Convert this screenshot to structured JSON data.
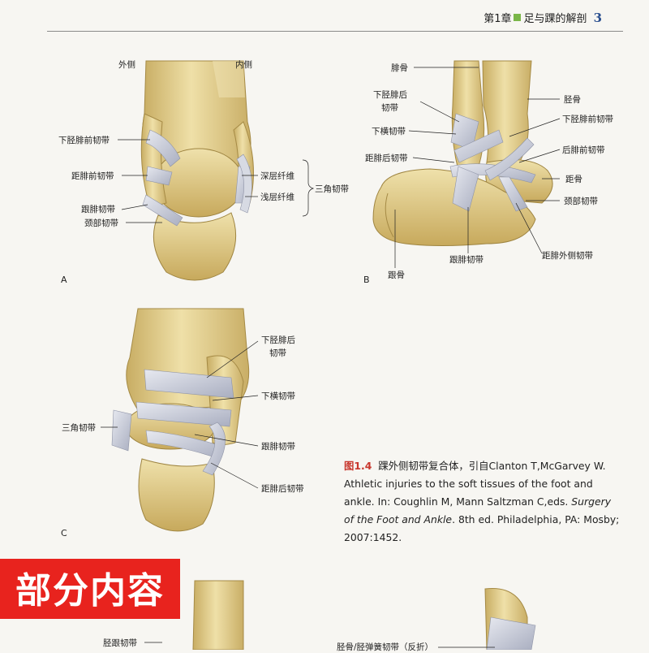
{
  "header": {
    "chapter": "第1章",
    "section_title": "足与踝的解剖",
    "page_number": "3"
  },
  "panel_a": {
    "letter": "A",
    "side_lateral": "外侧",
    "side_medial": "内侧",
    "labels": {
      "aitfl": "下胫腓前韧带",
      "atfl": "距腓前韧带",
      "cfl": "跟腓韧带",
      "cervical": "颈部韧带",
      "deep_fibers": "深层纤维",
      "superficial_fibers": "浅层纤维",
      "deltoid": "三角韧带"
    }
  },
  "panel_b": {
    "letter": "B",
    "labels": {
      "fibula": "腓骨",
      "tibia": "胫骨",
      "pitfl_line1": "下胫腓后",
      "pitfl_line2": "韧带",
      "transverse": "下横韧带",
      "aitfl": "下胫腓前韧带",
      "ptfl": "距腓后韧带",
      "ptfl2": "后腓前韧带",
      "talus": "距骨",
      "cervical": "颈部韧带",
      "calcaneus": "跟骨",
      "cfl": "跟腓韧带",
      "lateral_talocalcaneal": "距腓外侧韧带"
    }
  },
  "panel_c": {
    "letter": "C",
    "labels": {
      "pitfl_line1": "下胫腓后",
      "pitfl_line2": "韧带",
      "transverse": "下横韧带",
      "deltoid": "三角韧带",
      "cfl": "跟腓韧带",
      "ptfl": "距腓后韧带"
    }
  },
  "caption": {
    "figure_number": "图1.4",
    "text_zh": "踝外侧韧带复合体，引自",
    "text_en_1": "Clanton T,McGarvey W. Athletic injuries to the soft tissues of the foot and ankle. In: Coughlin M, Mann Saltzman C,eds. ",
    "book_title": "Surgery of the Foot and Ankle",
    "text_en_2": ". 8th ed. Philadelphia, PA: Mosby; 2007:1452."
  },
  "bottom_labels": {
    "tibiocalcaneal": "胫跟韧带",
    "peroneal_retinaculum": "胫骨/胫弹簧韧带（反折）"
  },
  "overlay": {
    "badge_text": "部分内容"
  },
  "colors": {
    "bone": "#e3cf8e",
    "bone_shadow": "#b99a4d",
    "ligament": "#c9cdd8",
    "badge": "#e8231e",
    "figure_label": "#c8372d"
  }
}
